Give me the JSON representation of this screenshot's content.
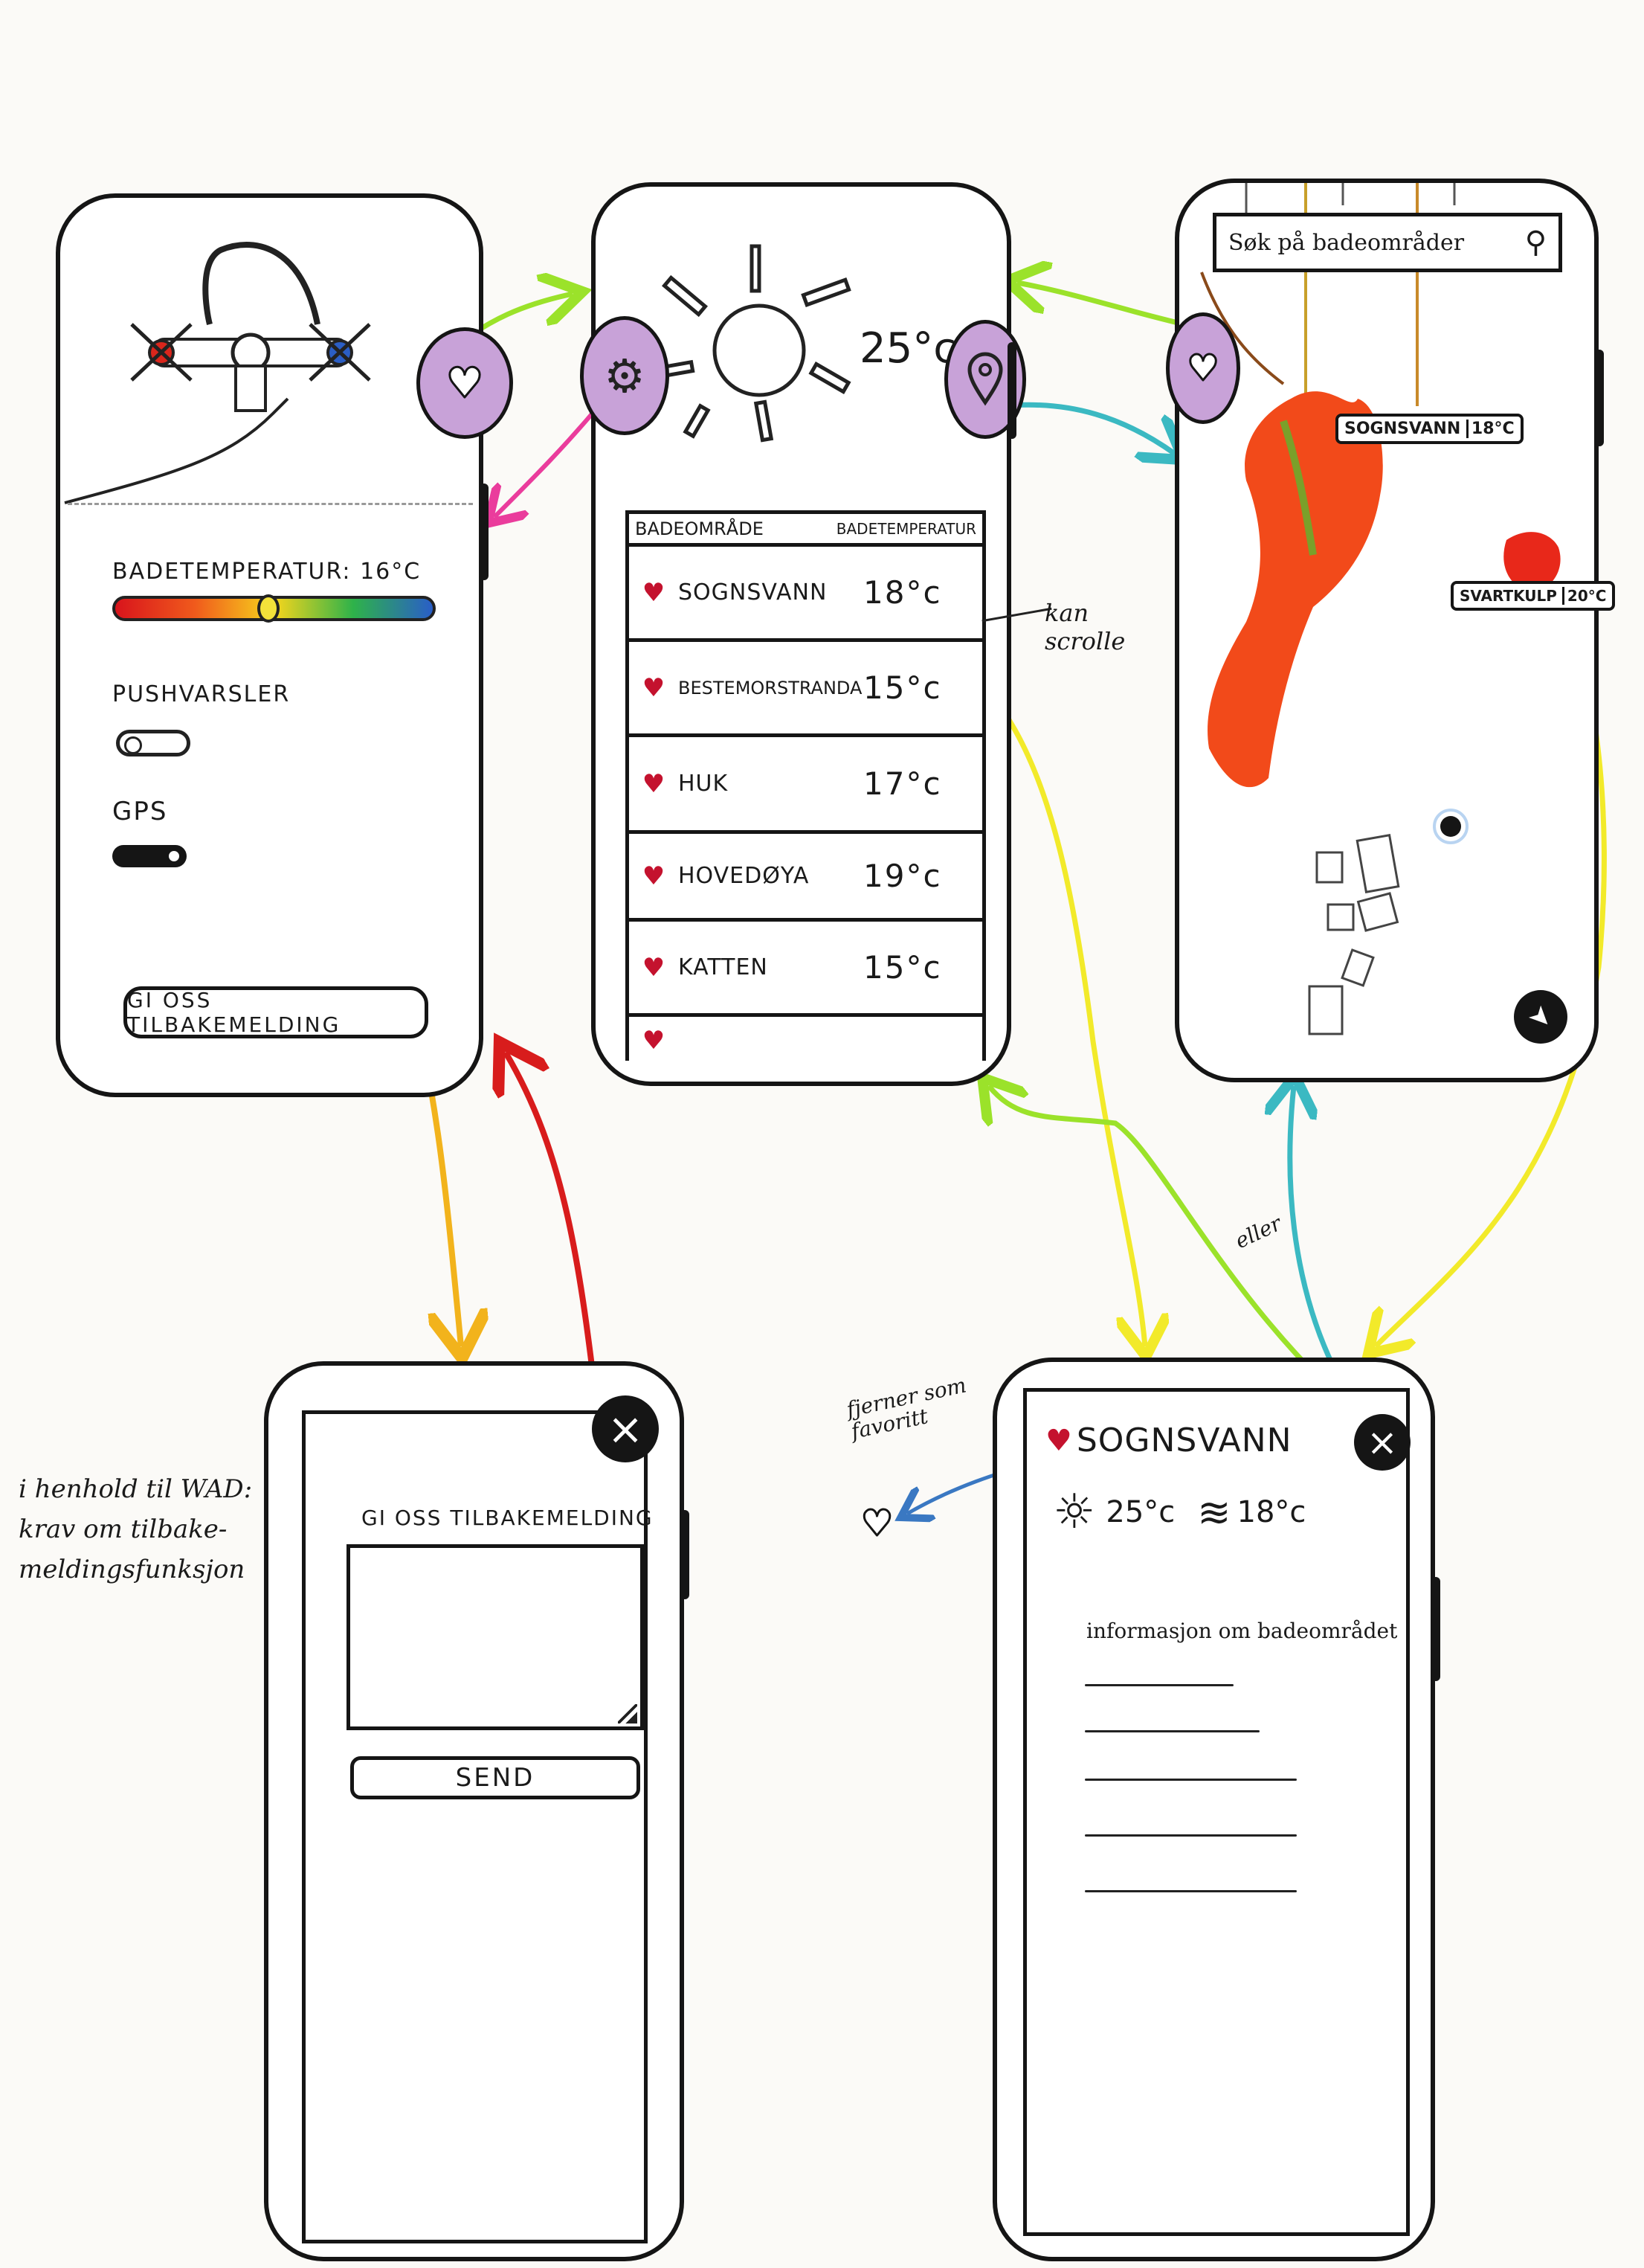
{
  "settings": {
    "bathing_temp_label": "BADETEMPERATUR:",
    "bathing_temp_value": "16°C",
    "push_label": "PUSHVARSLER",
    "gps_label": "GPS",
    "feedback_button": "GI OSS TILBAKEMELDING",
    "slider_value_fraction": 0.48
  },
  "home": {
    "temperature": "25°c",
    "table_header_area": "BADEOMRÅDE",
    "table_header_temp": "BADETEMPERATUR",
    "rows": [
      {
        "name": "SOGNSVANN",
        "temp": "18°c"
      },
      {
        "name": "BESTEMORSTRANDA",
        "temp": "15°c"
      },
      {
        "name": "HUK",
        "temp": "17°c"
      },
      {
        "name": "HOVEDØYA",
        "temp": "19°c"
      },
      {
        "name": "KATTEN",
        "temp": "15°c"
      }
    ],
    "scroll_note": "kan scrolle"
  },
  "map": {
    "search_placeholder": "Søk på badeområder",
    "label_sognsvann": "SOGNSVANN",
    "label_sognsvann_temp": "18°C",
    "label_svartkulp": "SVARTKULP",
    "label_svartkulp_temp": "20°C"
  },
  "feedback": {
    "title": "GI OSS TILBAKEMELDING",
    "send_button": "SEND"
  },
  "detail": {
    "name": "SOGNSVANN",
    "air_temp": "25°c",
    "water_temp": "18°c",
    "info_label": "informasjon om badeområdet"
  },
  "notes": {
    "wad": "i henhold til WAD: krav om tilbake-meldingsfunksjon",
    "remove_favorite": "fjerner som favoritt",
    "or": "eller"
  },
  "colors": {
    "heart_red": "#c4122e",
    "accent_purple": "#c8a2d8",
    "lake_orange": "#f24a1a",
    "arrow_green": "#9be22a",
    "arrow_yellow": "#f2ea2a",
    "arrow_cyan": "#3bb9c2",
    "arrow_pink": "#ea3c9c",
    "arrow_red": "#d81c1c",
    "arrow_orange": "#f2b31c"
  }
}
